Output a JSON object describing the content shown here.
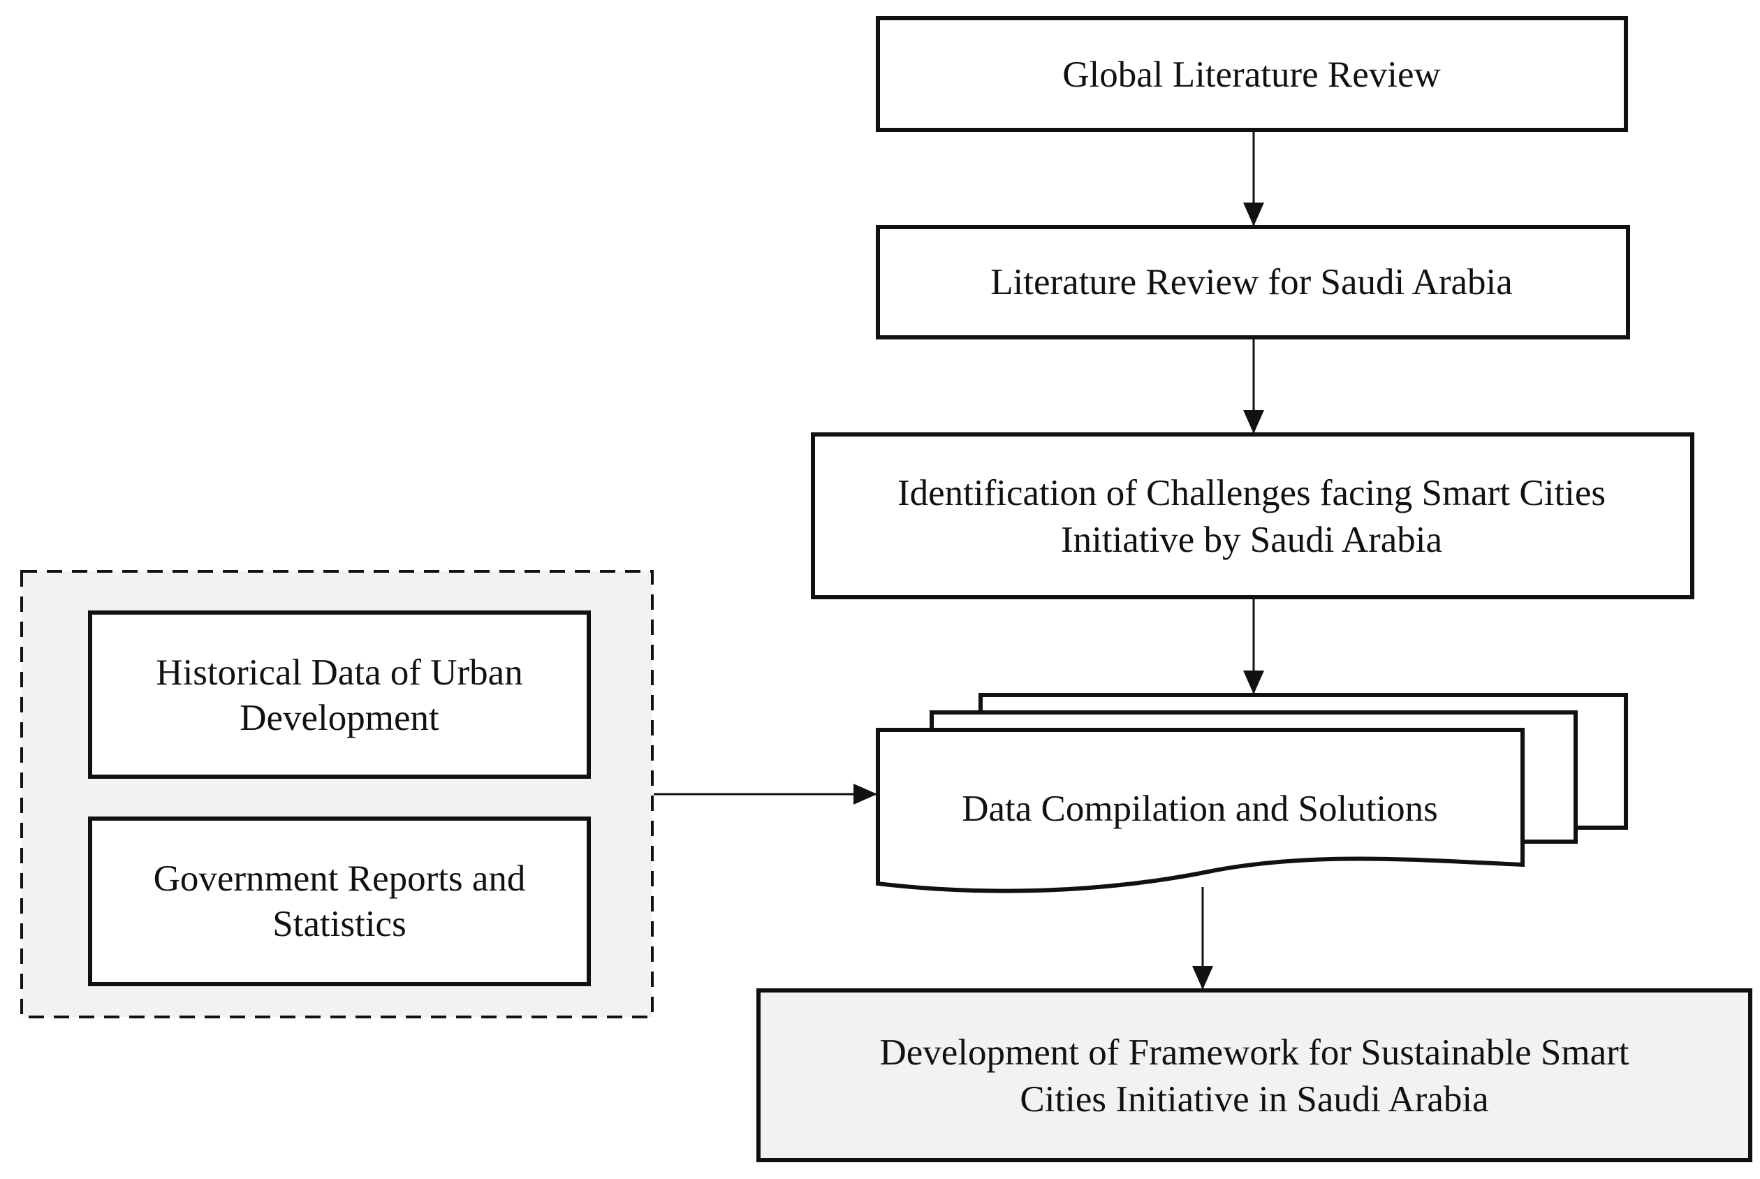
{
  "diagram": {
    "nodes": {
      "global_review": {
        "label": "Global Literature Review"
      },
      "saudi_review": {
        "label": "Literature Review for Saudi Arabia"
      },
      "challenges": {
        "line1": "Identification of Challenges facing Smart Cities",
        "line2": "Initiative by Saudi Arabia"
      },
      "historical": {
        "line1": "Historical Data of Urban",
        "line2": "Development"
      },
      "government": {
        "line1": "Government Reports and",
        "line2": "Statistics"
      },
      "compilation": {
        "label": "Data Compilation and Solutions"
      },
      "framework": {
        "line1": "Development of Framework for Sustainable Smart",
        "line2": "Cities Initiative in Saudi Arabia"
      }
    },
    "edges": [
      {
        "from": "global_review",
        "to": "saudi_review"
      },
      {
        "from": "saudi_review",
        "to": "challenges"
      },
      {
        "from": "challenges",
        "to": "compilation"
      },
      {
        "from": "secondary-data-group",
        "to": "compilation"
      },
      {
        "from": "compilation",
        "to": "framework"
      }
    ],
    "colors": {
      "stroke": "#111111",
      "group_fill": "#f2f2f2",
      "framework_fill": "#f2f2f2",
      "box_fill": "#ffffff"
    }
  }
}
